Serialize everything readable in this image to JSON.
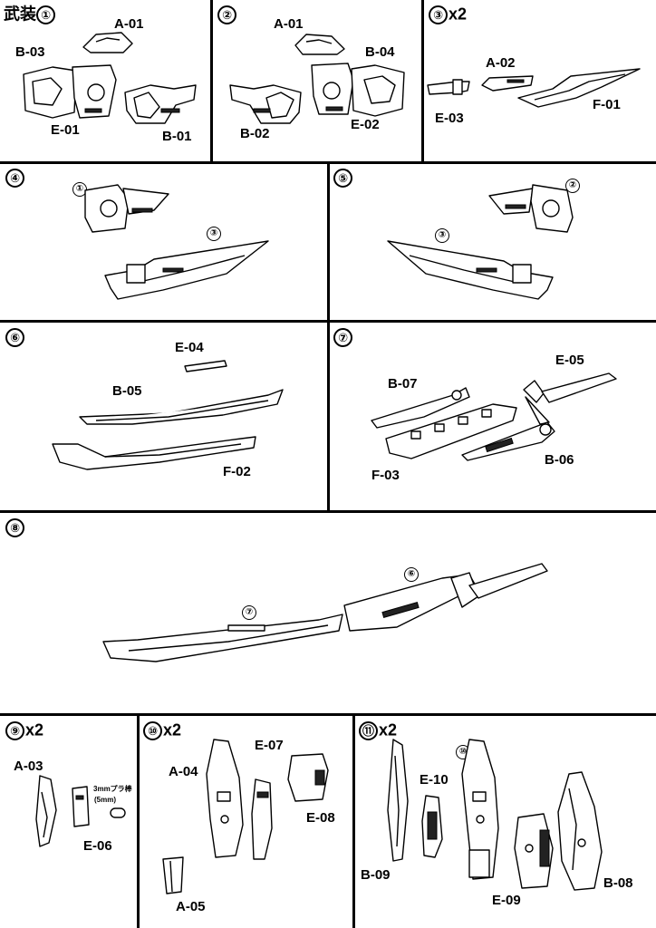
{
  "steps": [
    {
      "num": "①",
      "prefix": "武装",
      "suffix": ""
    },
    {
      "num": "②",
      "prefix": "",
      "suffix": ""
    },
    {
      "num": "③",
      "prefix": "",
      "suffix": "x2"
    },
    {
      "num": "④",
      "prefix": "",
      "suffix": ""
    },
    {
      "num": "⑤",
      "prefix": "",
      "suffix": ""
    },
    {
      "num": "⑥",
      "prefix": "",
      "suffix": ""
    },
    {
      "num": "⑦",
      "prefix": "",
      "suffix": ""
    },
    {
      "num": "⑧",
      "prefix": "",
      "suffix": ""
    },
    {
      "num": "⑨",
      "prefix": "",
      "suffix": "x2"
    },
    {
      "num": "⑩",
      "prefix": "",
      "suffix": "x2"
    },
    {
      "num": "⑪",
      "prefix": "",
      "suffix": "x2"
    }
  ],
  "labels": {
    "s1": [
      "A-01",
      "B-03",
      "E-01",
      "B-01"
    ],
    "s2": [
      "A-01",
      "B-04",
      "B-02",
      "E-02"
    ],
    "s3": [
      "A-02",
      "E-03",
      "F-01"
    ],
    "s6": [
      "E-04",
      "B-05",
      "F-02"
    ],
    "s7": [
      "B-07",
      "E-05",
      "F-03",
      "B-06"
    ],
    "s9": [
      "A-03",
      "E-06"
    ],
    "s10": [
      "E-07",
      "A-04",
      "E-08",
      "A-05"
    ],
    "s11": [
      "E-10",
      "B-09",
      "E-09",
      "B-08"
    ]
  },
  "refs": {
    "s4": [
      "①",
      "③"
    ],
    "s5": [
      "②",
      "③"
    ],
    "s8": [
      "⑥",
      "⑦"
    ],
    "s11": [
      "⑩"
    ]
  },
  "note": {
    "line1": "3mmプラ棒",
    "line2": "(5mm)"
  }
}
